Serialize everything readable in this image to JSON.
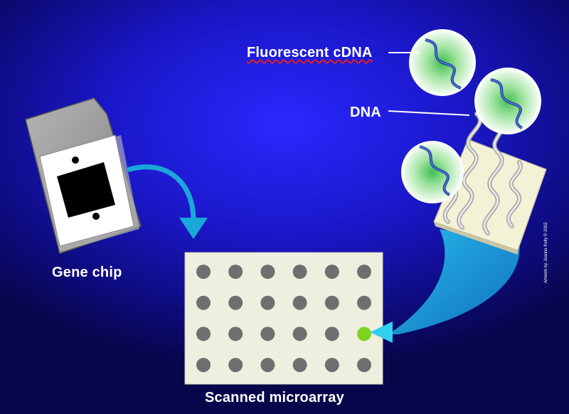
{
  "labels": {
    "fluorescent_cdna": "Fluorescent cDNA",
    "dna": "DNA",
    "gene_chip": "Gene chip",
    "scanned_microarray": "Scanned microarray",
    "credit": "Artwork by Jeanne Kelly © 2002"
  },
  "microarray": {
    "rows": 4,
    "cols": 6,
    "fluorescent_spot": {
      "row": 3,
      "col": 6
    }
  },
  "colors": {
    "background": "#1a17c8",
    "spot": "#6f6f6f",
    "fluorescent_spot": "#7ed321",
    "array_slide": "#efefdf",
    "arrow": "#1aa8d8",
    "sphere": "#9fe39f",
    "chip_body": "#9a9a9a"
  }
}
